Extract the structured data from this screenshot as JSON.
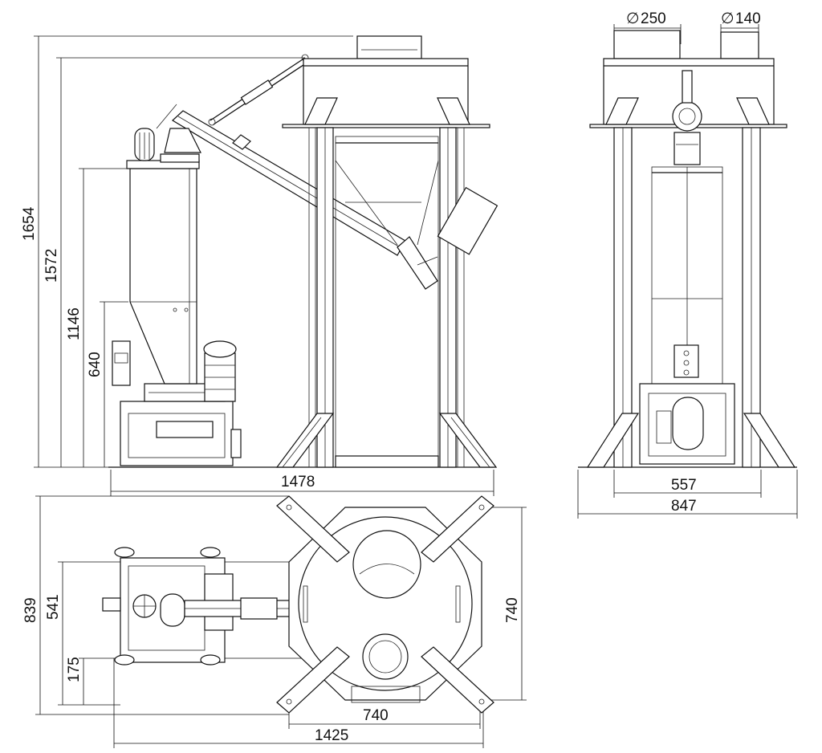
{
  "dimensions": {
    "side_total_height": "1654",
    "side_upper_height": "1572",
    "side_hopper_height": "1146",
    "side_base_height": "640",
    "side_total_width": "1478",
    "front_inlet_large": "250",
    "front_inlet_small": "140",
    "front_frame_width": "557",
    "front_total_width": "847",
    "plan_total_depth": "839",
    "plan_left_depth": "541",
    "plan_offset": "175",
    "plan_circle_height": "740",
    "plan_circle_width": "740",
    "plan_total_width": "1425",
    "diameter_symbol": "∅"
  },
  "colors": {
    "line": "#111111",
    "background": "#ffffff"
  }
}
